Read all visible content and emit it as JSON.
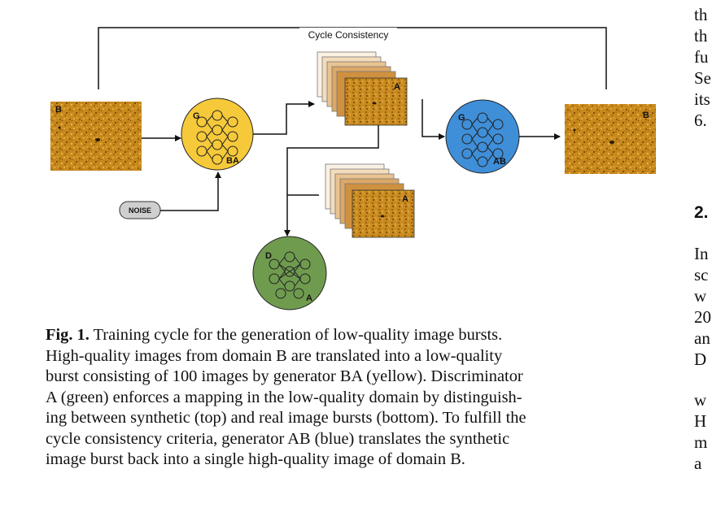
{
  "figure": {
    "cycle_label": "Cycle Consistency",
    "noise_label": "NOISE",
    "input_label": "B",
    "output_label": "B",
    "synthetic_stack_label": "A",
    "real_stack_label": "A",
    "generator_ba": {
      "top": "G",
      "bottom": "BA",
      "color": "#f6c93a"
    },
    "generator_ab": {
      "top": "G",
      "bottom": "AB",
      "color": "#3f8ed8"
    },
    "discriminator": {
      "top": "D",
      "bottom": "A",
      "color": "#6f9b4f"
    }
  },
  "caption": {
    "prefix": "Fig. 1.",
    "line1": " Training cycle for the generation of low-quality image bursts.",
    "line2": "High-quality images from domain B are translated into a low-quality",
    "line3": "burst consisting of 100 images by generator BA (yellow). Discriminator",
    "line4": "A (green) enforces a mapping in the low-quality domain by distinguish-",
    "line5": "ing between synthetic (top) and real image bursts (bottom). To fulfill the",
    "line6": "cycle consistency criteria, generator AB (blue) translates the synthetic",
    "line7": "image burst back into a single high-quality image of domain B."
  },
  "right_column": {
    "lines_top": [
      "th",
      "th",
      "fu",
      "Se",
      "its",
      "6."
    ],
    "heading": "2.",
    "lines_mid": [
      "In",
      "sc",
      "w",
      "20",
      "an",
      "D"
    ],
    "lines_bot": [
      "w",
      "H",
      "m",
      "a"
    ]
  }
}
